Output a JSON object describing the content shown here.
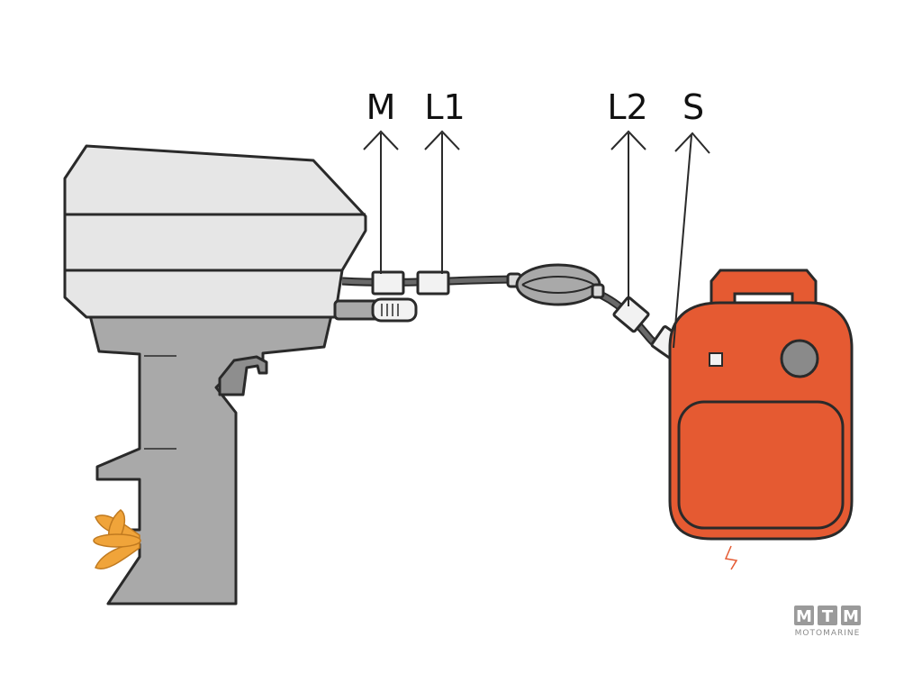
{
  "labels": {
    "m": "M",
    "l1": "L1",
    "l2": "L2",
    "s": "S"
  },
  "watermark": {
    "letters": [
      "M",
      "T",
      "M"
    ],
    "text": "MOTOMARINE"
  },
  "colors": {
    "outline": "#2a2a2a",
    "cowling": "#e6e6e6",
    "leg": "#a9a9a9",
    "tank": "#e55a32",
    "propeller": "#f0a43a",
    "connector": "#f2f2f2"
  }
}
